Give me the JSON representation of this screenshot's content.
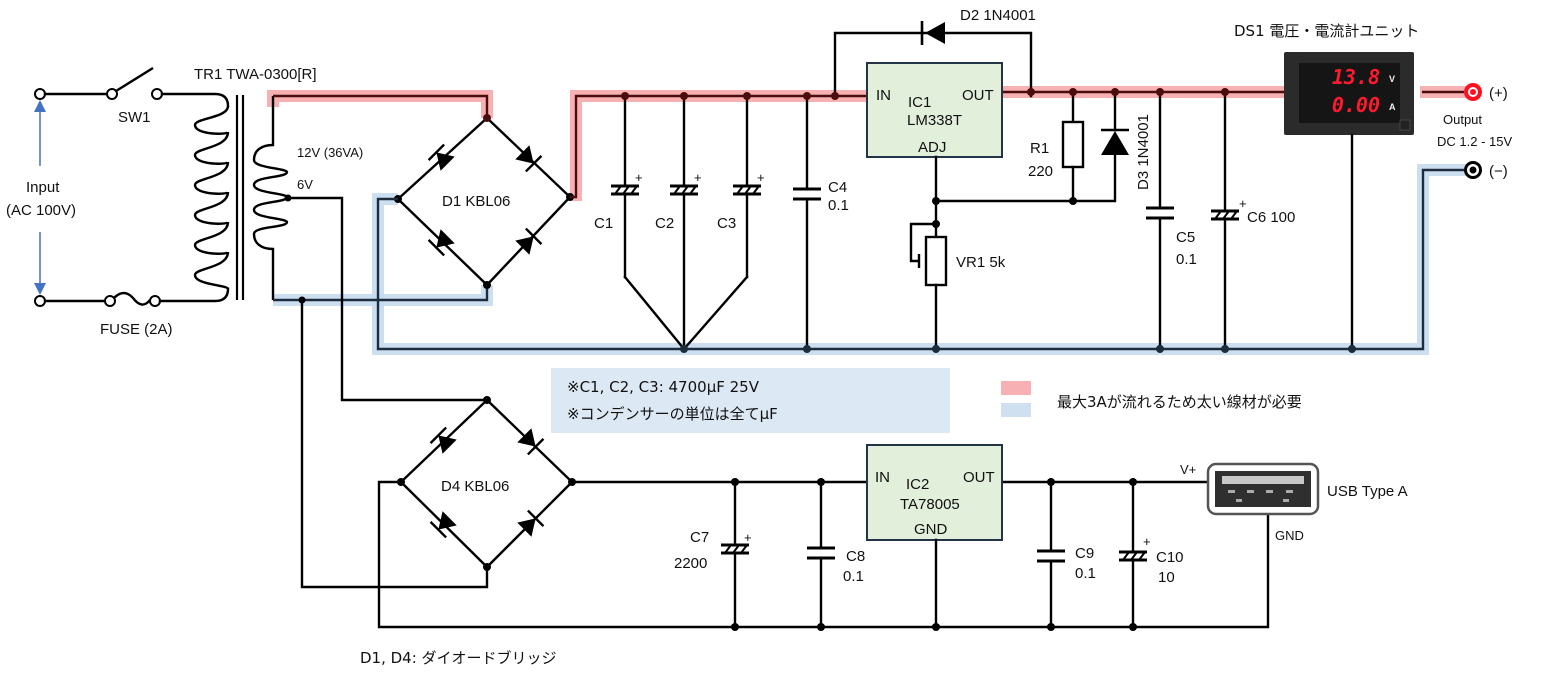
{
  "title": "可変安定化電源 回路図 (LM338T + USB 5V)",
  "input": {
    "label": "Input",
    "sublabel": "(AC 100V)"
  },
  "switch": {
    "ref": "SW1"
  },
  "fuse": {
    "ref": "FUSE (2A)"
  },
  "transformer": {
    "ref": "TR1  TWA-0300[R]",
    "tap_12v": "12V (36VA)",
    "tap_6v": "6V"
  },
  "bridge1": {
    "ref": "D1  KBL06"
  },
  "bridge2": {
    "ref": "D4  KBL06"
  },
  "bridge_note": "D1, D4: ダイオードブリッジ",
  "capacitors": {
    "c1": {
      "ref": "C1"
    },
    "c2": {
      "ref": "C2"
    },
    "c3": {
      "ref": "C3"
    },
    "c4": {
      "ref": "C4",
      "value": "0.1"
    },
    "c5": {
      "ref": "C5",
      "value": "0.1"
    },
    "c6": {
      "ref": "C6 100"
    },
    "c7": {
      "ref": "C7",
      "value": "2200"
    },
    "c8": {
      "ref": "C8",
      "value": "0.1"
    },
    "c9": {
      "ref": "C9",
      "value": "0.1"
    },
    "c10": {
      "ref": "C10",
      "value": "10"
    },
    "plus": "+"
  },
  "ic1": {
    "in": "IN",
    "out": "OUT",
    "ref": "IC1",
    "part": "LM338T",
    "adj": "ADJ"
  },
  "ic2": {
    "in": "IN",
    "out": "OUT",
    "ref": "IC2",
    "part": "TA78005",
    "gnd": "GND"
  },
  "d2": {
    "ref": "D2  1N4001"
  },
  "d3": {
    "ref": "D3  1N4001"
  },
  "r1": {
    "ref": "R1",
    "value": "220"
  },
  "vr1": {
    "ref": "VR1  5k"
  },
  "meter": {
    "ref": "DS1  電圧・電流計ユニット",
    "voltage_reading": "13.8",
    "voltage_unit": "V",
    "current_reading": "0.00",
    "current_unit": "A"
  },
  "output": {
    "plus_label": "(+)",
    "minus_label": "(−)",
    "label": "Output",
    "range": "DC 1.2 - 15V"
  },
  "usb": {
    "ref": "USB Type A",
    "vplus": "V+",
    "gnd": "GND"
  },
  "notes": {
    "line1": "※C1, C2, C3: 4700μF 25V",
    "line2": "※コンデンサーの単位は全てμF"
  },
  "legend": {
    "text": "最大3Aが流れるため太い線材が必要",
    "colors": {
      "high_current_positive": "#f7a8aa",
      "high_current_negative": "#c6dbef"
    }
  }
}
